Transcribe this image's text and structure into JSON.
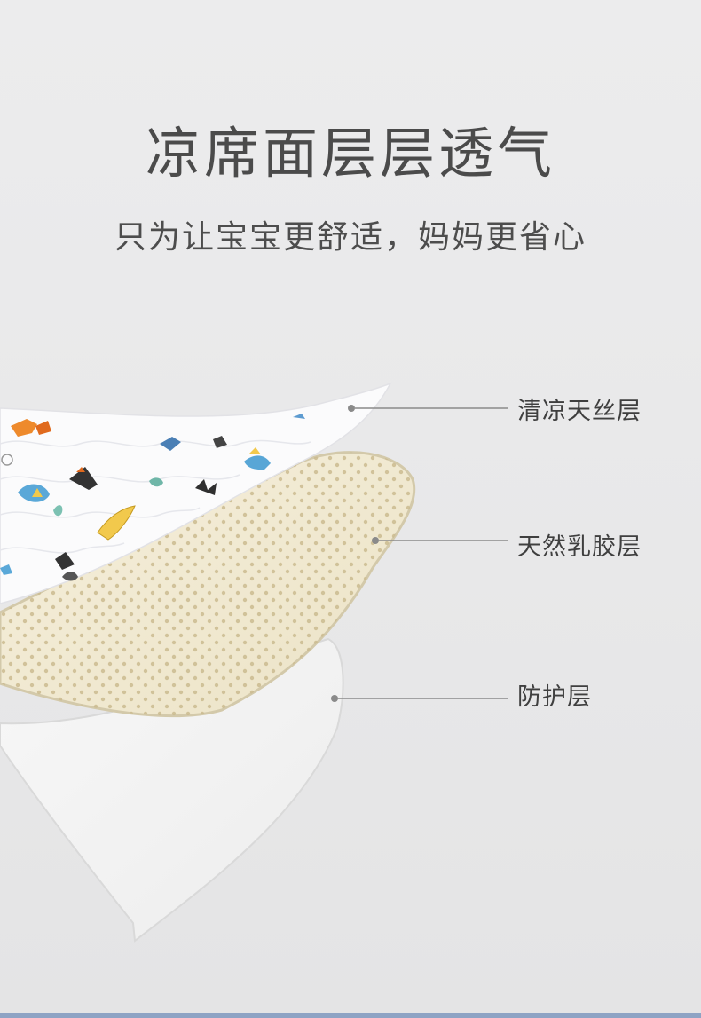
{
  "header": {
    "title": "凉席面层层透气",
    "subtitle": "只为让宝宝更舒适，妈妈更省心"
  },
  "layers": [
    {
      "label": "清凉天丝层"
    },
    {
      "label": "天然乳胶层"
    },
    {
      "label": "防护层"
    }
  ],
  "colors": {
    "background": "#e9e9ea",
    "fabric_top": "#fbfbfc",
    "latex": "#f1ead4",
    "latex_dot": "#c9b98e",
    "protect": "#f4f4f4",
    "leader_line": "#8a8a8a",
    "accent_strip": "#8ea3c4"
  }
}
